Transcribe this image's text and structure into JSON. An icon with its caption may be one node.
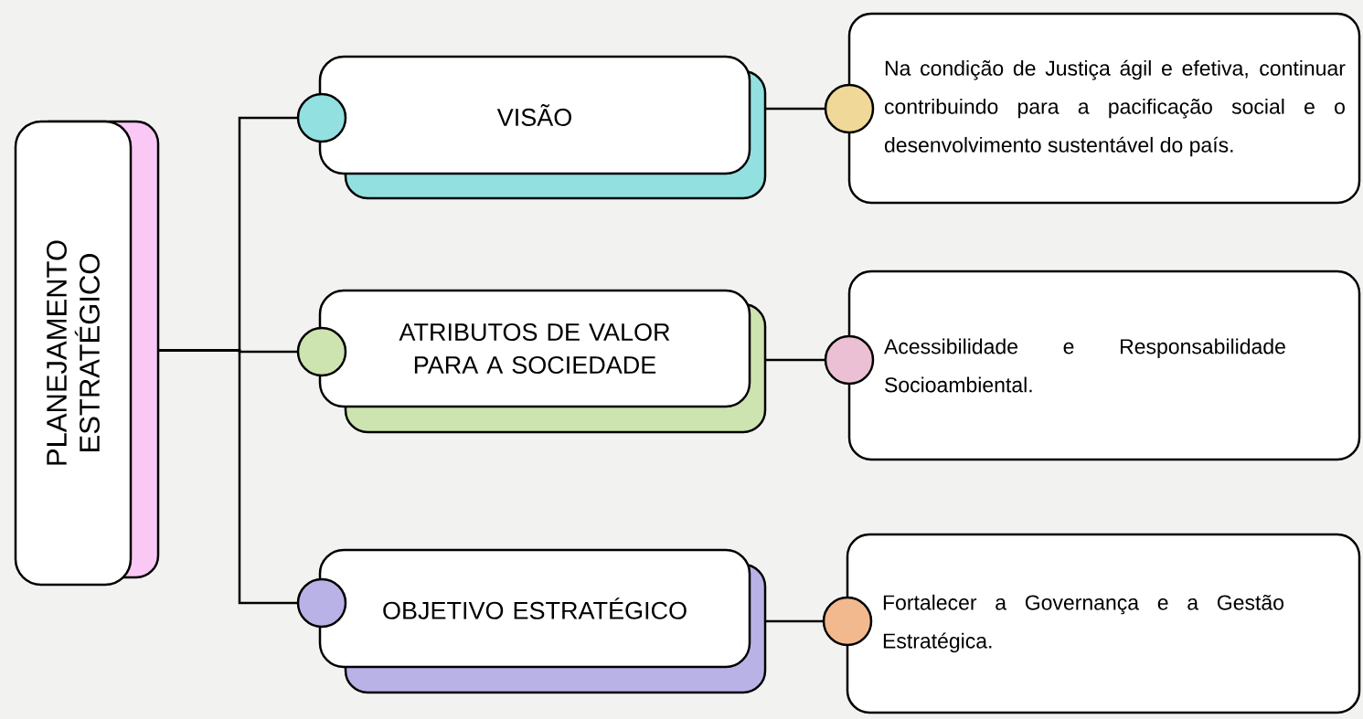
{
  "diagram": {
    "nodes": [
      {
        "text": [
          "PLANEJAMENTO ESTRATÉGICO"
        ]
      },
      {
        "text": [
          "VISÃO"
        ]
      },
      {
        "text": [
          "ATRIBUTOS DE VALOR PARA A SOCIEDADE"
        ]
      },
      {
        "text": [
          "OBJETIVO ESTRATÉGICO"
        ]
      },
      {
        "text": [
          "Na condição de Justiça ágil e efetiva, continuar contribuindo para a pacificação social e o desenvolvimento sustentável do país."
        ]
      },
      {
        "text": [
          "Acessibilidade e Responsabilidade Socioambiental."
        ]
      },
      {
        "text": [
          "Fortalecer a Governança e a Gestão Estratégica."
        ]
      }
    ],
    "edges": [
      {
        "from": 0,
        "to": 1,
        "arrow": "none"
      },
      {
        "from": 0,
        "to": 2,
        "arrow": "none"
      },
      {
        "from": 0,
        "to": 3,
        "arrow": "none"
      },
      {
        "from": 1,
        "to": 4,
        "arrow": "none"
      },
      {
        "from": 2,
        "to": 5,
        "arrow": "none"
      },
      {
        "from": 3,
        "to": 6,
        "arrow": "none"
      }
    ]
  }
}
